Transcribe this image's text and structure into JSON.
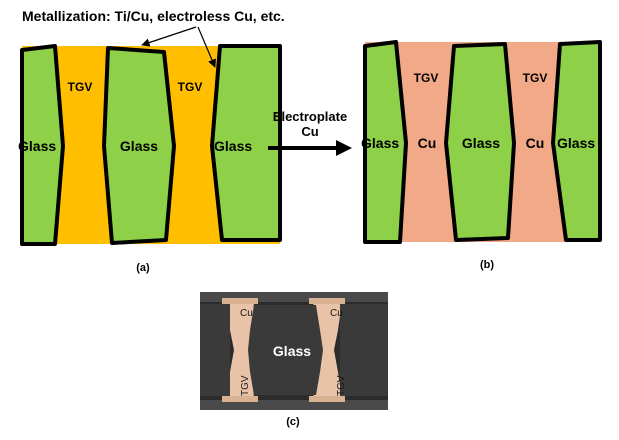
{
  "top_note": "Metallization: Ti/Cu, electroless Cu, etc.",
  "arrow_label_line1": "Electroplate",
  "arrow_label_line2": "Cu",
  "panel_a": {
    "caption": "(a)",
    "glass_left": "Glass",
    "glass_center": "Glass",
    "glass_right": "Glass",
    "tgv_left": "TGV",
    "tgv_right": "TGV"
  },
  "panel_b": {
    "caption": "(b)",
    "glass_left": "Glass",
    "glass_center": "Glass",
    "glass_right": "Glass",
    "tgv_left": "TGV",
    "tgv_right": "TGV",
    "cu_left": "Cu",
    "cu_right": "Cu"
  },
  "panel_c": {
    "caption": "(c)",
    "glass": "Glass",
    "cu_left": "Cu",
    "cu_right": "Cu",
    "tgv_left": "TGV",
    "tgv_right": "TGV"
  },
  "colors": {
    "glass": "#8ed048",
    "tgv_seed": "#ffbf00",
    "copper_fill": "#f2a988",
    "outline": "#000000",
    "micrograph_glass": "#3a3a3a",
    "micrograph_copper": "#e8c3a8"
  }
}
